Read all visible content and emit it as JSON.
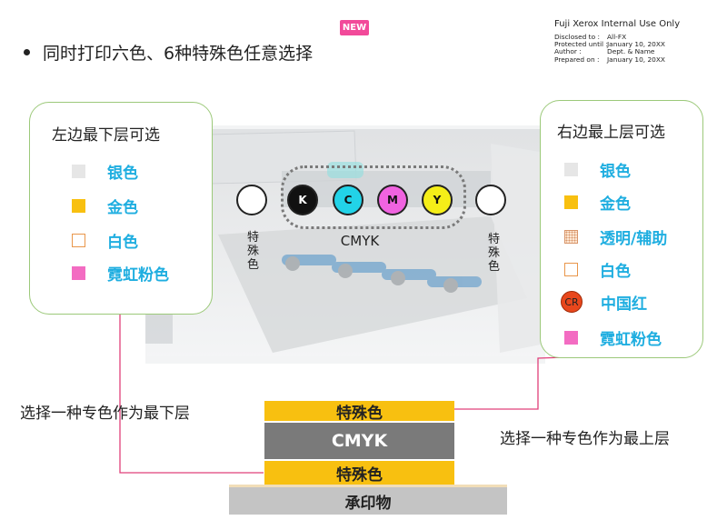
{
  "header": {
    "bullet_text": "同时打印六色、6种特殊色任意选择",
    "new_badge": "NEW"
  },
  "meta": {
    "title": "Fuji Xerox Internal Use Only",
    "rows": [
      {
        "key": "Disclosed to :",
        "value": "All-FX"
      },
      {
        "key": "Protected until :",
        "value": "January 10, 20XX"
      },
      {
        "key": "Author :",
        "value": "Dept. & Name"
      },
      {
        "key": "Prepared on :",
        "value": "January 10, 20XX"
      }
    ]
  },
  "left_box": {
    "title": "左边最下层可选",
    "items": [
      {
        "label": "银色",
        "color": "#e6e6e6"
      },
      {
        "label": "金色",
        "color": "#f8c010"
      },
      {
        "label": "白色",
        "color": "#ffffff"
      },
      {
        "label": "霓虹粉色",
        "color": "#f36cc2"
      }
    ]
  },
  "right_box": {
    "title": "右边最上层可选",
    "items": [
      {
        "label": "银色",
        "color": "#e6e6e6"
      },
      {
        "label": "金色",
        "color": "#f8c010"
      },
      {
        "label": "透明/辅助",
        "color": "#fde6d2"
      },
      {
        "label": "白色",
        "color": "#ffffff"
      },
      {
        "label": "中国红",
        "color": "#e8471c",
        "icon_text": "CR"
      },
      {
        "label": "霓虹粉色",
        "color": "#f36cc2"
      }
    ]
  },
  "inks": {
    "cmyk_label": "CMYK",
    "special_label": "特殊色",
    "stations": [
      {
        "letter": "",
        "color": "#ffffff"
      },
      {
        "letter": "K",
        "color": "#111111"
      },
      {
        "letter": "C",
        "color": "#22d3e8"
      },
      {
        "letter": "M",
        "color": "#f063e0"
      },
      {
        "letter": "Y",
        "color": "#f5ee18"
      },
      {
        "letter": "",
        "color": "#ffffff"
      }
    ]
  },
  "captions": {
    "bottom_layer": "选择一种专色作为最下层",
    "top_layer": "选择一种专色作为最上层"
  },
  "stack": [
    {
      "label": "特殊色",
      "color": "#f8c010"
    },
    {
      "label": "CMYK",
      "color": "#7a7a7a"
    },
    {
      "label": "特殊色",
      "color": "#f8c010"
    },
    {
      "label": "承印物",
      "color": "#c4c4c4"
    }
  ],
  "colors": {
    "accent_text": "#1faee0",
    "callout_border": "#9cc97a",
    "connector_line": "#e0407a"
  }
}
